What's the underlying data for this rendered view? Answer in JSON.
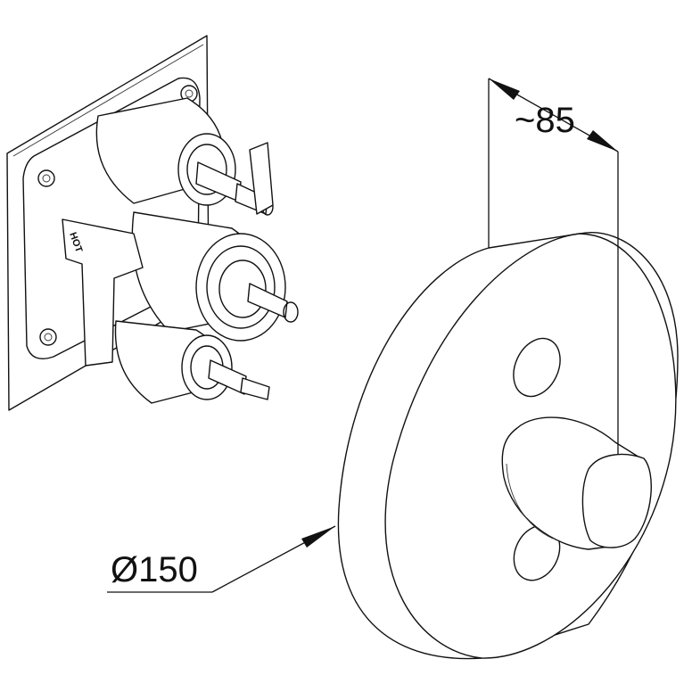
{
  "dimensions": {
    "depth_label": "~85",
    "diameter_label": "Ø150"
  },
  "parts": {
    "valve_body_marking": "HOT",
    "mounting_box": "concealed-valve-body",
    "trim": "round-cover-plate-with-knob"
  }
}
